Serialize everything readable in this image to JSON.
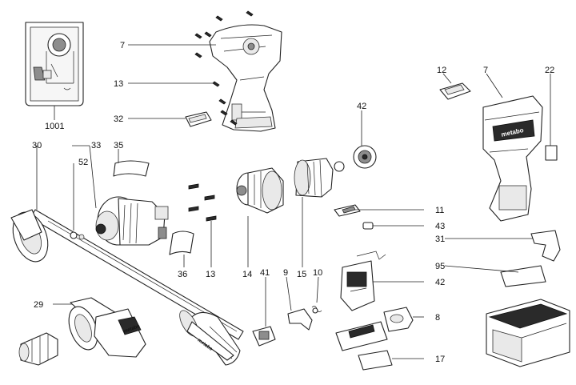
{
  "callouts": [
    {
      "id": "c-7a",
      "text": "7"
    },
    {
      "id": "c-13a",
      "text": "13"
    },
    {
      "id": "c-32",
      "text": "32"
    },
    {
      "id": "c-1001",
      "text": "1001"
    },
    {
      "id": "c-30",
      "text": "30"
    },
    {
      "id": "c-33",
      "text": "33"
    },
    {
      "id": "c-52",
      "text": "52"
    },
    {
      "id": "c-35",
      "text": "35"
    },
    {
      "id": "c-36",
      "text": "36"
    },
    {
      "id": "c-13b",
      "text": "13"
    },
    {
      "id": "c-14",
      "text": "14"
    },
    {
      "id": "c-15",
      "text": "15"
    },
    {
      "id": "c-42a",
      "text": "42"
    },
    {
      "id": "c-12",
      "text": "12"
    },
    {
      "id": "c-7b",
      "text": "7"
    },
    {
      "id": "c-22",
      "text": "22"
    },
    {
      "id": "c-11",
      "text": "11"
    },
    {
      "id": "c-43",
      "text": "43"
    },
    {
      "id": "c-31",
      "text": "31"
    },
    {
      "id": "c-95",
      "text": "95"
    },
    {
      "id": "c-42b",
      "text": "42"
    },
    {
      "id": "c-41",
      "text": "41"
    },
    {
      "id": "c-9",
      "text": "9"
    },
    {
      "id": "c-10",
      "text": "10"
    },
    {
      "id": "c-8",
      "text": "8"
    },
    {
      "id": "c-17",
      "text": "17"
    },
    {
      "id": "c-29",
      "text": "29"
    }
  ],
  "logos": [
    "metabo",
    "metabo",
    "metabo"
  ]
}
